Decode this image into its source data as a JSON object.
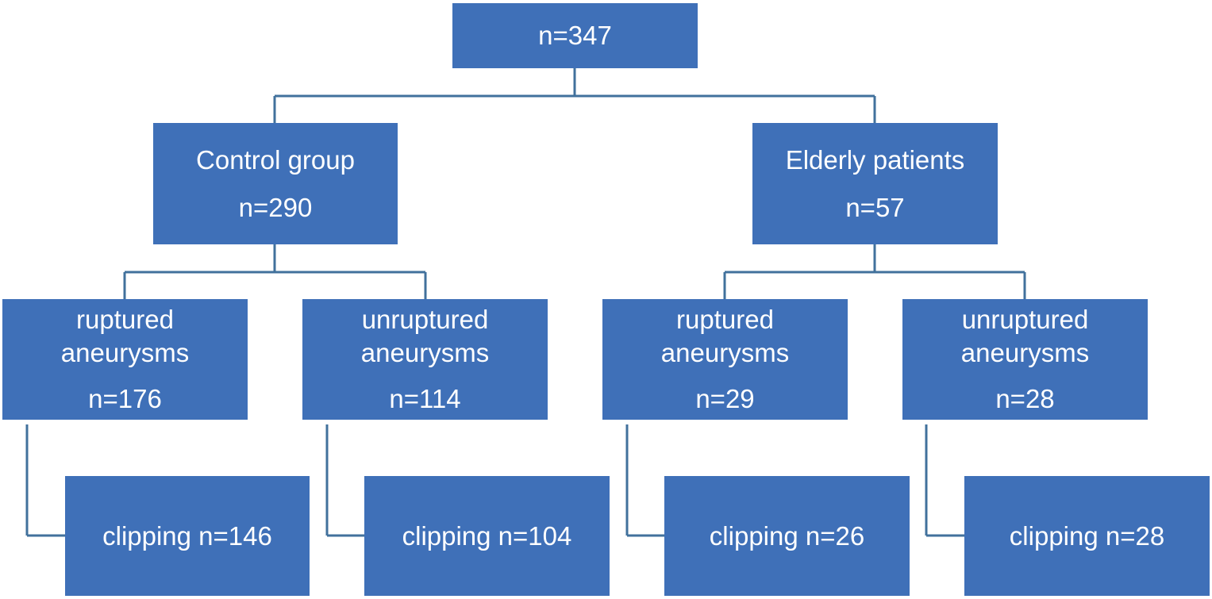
{
  "colors": {
    "box_fill": "#3f70b8",
    "connector": "#41719c",
    "text": "#ffffff",
    "background": "#ffffff"
  },
  "root": {
    "count": "n=347"
  },
  "control": {
    "label": "Control group",
    "count": "n=290",
    "ruptured": {
      "label_1": "ruptured",
      "label_2": "aneurysms",
      "count": "n=176",
      "clipping": "clipping n=146"
    },
    "unruptured": {
      "label_1": "unruptured",
      "label_2": "aneurysms",
      "count": "n=114",
      "clipping": "clipping n=104"
    }
  },
  "elderly": {
    "label": "Elderly patients",
    "count": "n=57",
    "ruptured": {
      "label_1": "ruptured",
      "label_2": "aneurysms",
      "count": "n=29",
      "clipping": "clipping n=26"
    },
    "unruptured": {
      "label_1": "unruptured",
      "label_2": "aneurysms",
      "count": "n=28",
      "clipping": "clipping n=28"
    }
  }
}
